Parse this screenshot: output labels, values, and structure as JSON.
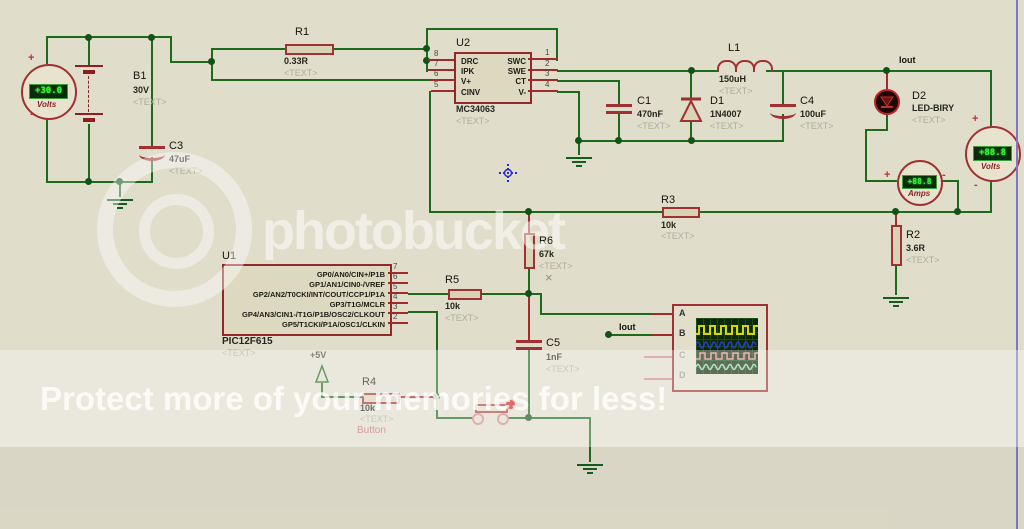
{
  "watermark": {
    "brand": "photobucket",
    "tagline": "Protect more of your memories for less!"
  },
  "placeholder": "<TEXT>",
  "signs": {
    "plus": "+",
    "minus": "-"
  },
  "nets": {
    "iout": "Iout",
    "iout2": "Iout",
    "vcc": "+5V"
  },
  "meters": {
    "vm1": {
      "display": "+30.0",
      "unit": "Volts"
    },
    "vm2": {
      "display": "+88.8",
      "unit": "Volts"
    },
    "am1": {
      "display": "+88.8",
      "unit": "Amps"
    }
  },
  "components": {
    "b1": {
      "ref": "B1",
      "value": "30V"
    },
    "c3": {
      "ref": "C3",
      "value": "47uF"
    },
    "r1": {
      "ref": "R1",
      "value": "0.33R"
    },
    "u2": {
      "ref": "U2",
      "part": "MC34063",
      "pins_left": [
        {
          "num": "8",
          "name": "DRC"
        },
        {
          "num": "7",
          "name": "IPK"
        },
        {
          "num": "6",
          "name": "V+"
        },
        {
          "num": "5",
          "name": "CINV"
        }
      ],
      "pins_right": [
        {
          "num": "1",
          "name": "SWC"
        },
        {
          "num": "2",
          "name": "SWE"
        },
        {
          "num": "3",
          "name": "CT"
        },
        {
          "num": "4",
          "name": "V-"
        }
      ]
    },
    "c1": {
      "ref": "C1",
      "value": "470nF"
    },
    "d1": {
      "ref": "D1",
      "value": "1N4007"
    },
    "l1": {
      "ref": "L1",
      "value": "150uH"
    },
    "c4": {
      "ref": "C4",
      "value": "100uF"
    },
    "d2": {
      "ref": "D2",
      "value": "LED-BIRY"
    },
    "r3": {
      "ref": "R3",
      "value": "10k"
    },
    "r2": {
      "ref": "R2",
      "value": "3.6R"
    },
    "r6": {
      "ref": "R6",
      "value": "67k",
      "no_value_mark": "×"
    },
    "r5": {
      "ref": "R5",
      "value": "10k"
    },
    "c5": {
      "ref": "C5",
      "value": "1nF"
    },
    "r4": {
      "ref": "R4",
      "value": "10k",
      "caption": "Button"
    },
    "u1": {
      "ref": "U1",
      "part": "PIC12F615",
      "pins": [
        {
          "num": "7",
          "name": "GP0/AN0/CIN+/P1B"
        },
        {
          "num": "6",
          "name": "GP1/AN1/CIN0-/VREF"
        },
        {
          "num": "5",
          "name": "GP2/AN2/T0CKI/INT/COUT/CCP1/P1A"
        },
        {
          "num": "4",
          "name": "GP3/T1G/MCLR"
        },
        {
          "num": "3",
          "name": "GP4/AN3/CIN1-/T1G/P1B/OSC2/CLKOUT"
        },
        {
          "num": "2",
          "name": "GP5/T1CKI/P1A/OSC1/CLKIN"
        }
      ]
    }
  },
  "scope": {
    "channels": [
      "A",
      "B",
      "C",
      "D"
    ]
  }
}
